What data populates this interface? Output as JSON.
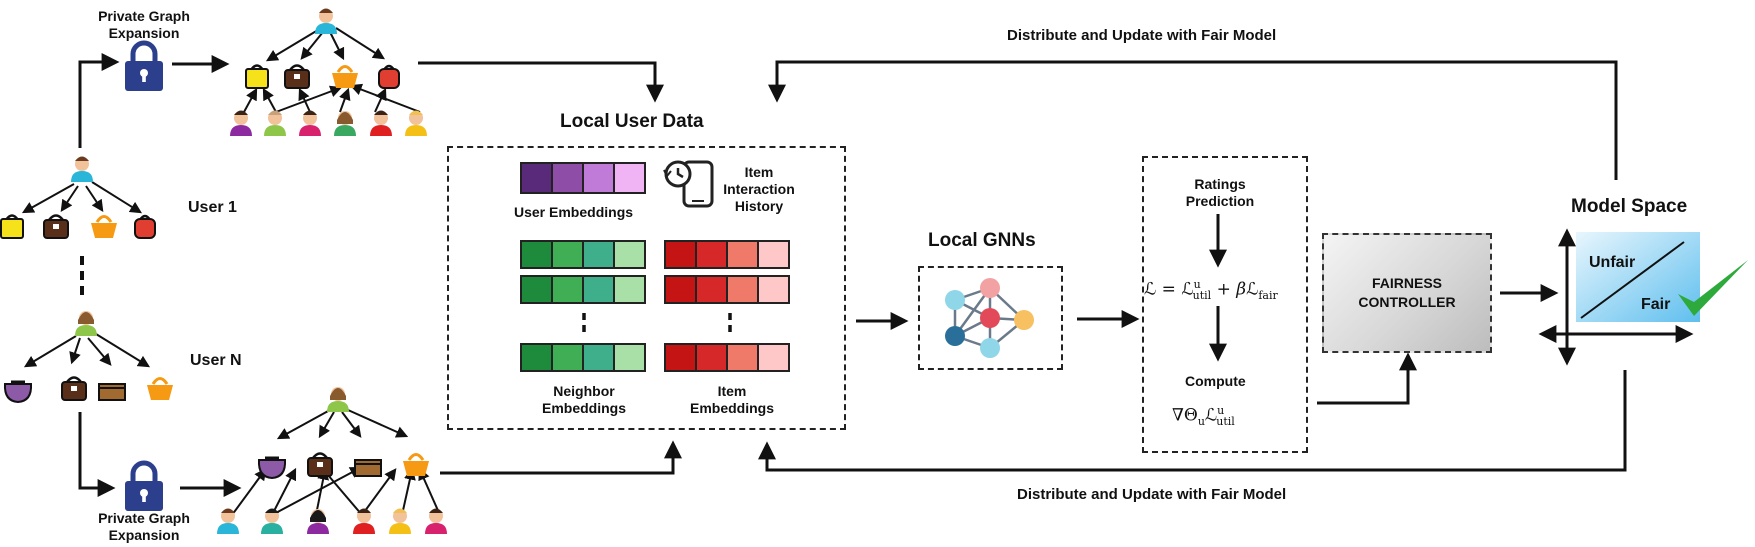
{
  "labels": {
    "private_graph_top": [
      "Private Graph",
      "Expansion"
    ],
    "private_graph_bottom": [
      "Private Graph",
      "Expansion"
    ],
    "user_1": "User 1",
    "user_n": "User N",
    "local_user_data": "Local User Data",
    "user_embeddings": "User Embeddings",
    "item_interaction_history": [
      "Item",
      "Interaction",
      "History"
    ],
    "neighbor_embeddings": [
      "Neighbor",
      "Embeddings"
    ],
    "item_embeddings": [
      "Item",
      "Embeddings"
    ],
    "local_gnns": "Local GNNs",
    "ratings_prediction": [
      "Ratings",
      "Prediction"
    ],
    "compute": "Compute",
    "fairness_controller": [
      "FAIRNESS",
      "CONTROLLER"
    ],
    "model_space": "Model Space",
    "unfair": "Unfair",
    "fair": "Fair",
    "distribute_top": "Distribute and Update with Fair Model",
    "distribute_bottom": "Distribute and Update with Fair Model"
  },
  "formulas": {
    "loss": {
      "lhs": "ℒ",
      "eq": " = ",
      "t1": "ℒ",
      "t1_sub": "util",
      "t1_sup": "u",
      "plus": " + ",
      "beta": "β",
      "t2": "ℒ",
      "t2_sub": "fair"
    },
    "gradient": {
      "nabla": "∇",
      "theta": "Θ",
      "theta_sub": "u",
      "t": "ℒ",
      "t_sub": "util",
      "t_sup": "u"
    }
  },
  "colors": {
    "user_embeddings": [
      "#5a2a7a",
      "#8e4ea8",
      "#c07ad8",
      "#f0b4f5"
    ],
    "neighbor_embeddings": [
      "#1e8a3c",
      "#3fae54",
      "#3fae8a",
      "#a8e0a8"
    ],
    "item_embeddings": [
      "#c41414",
      "#d62828",
      "#f07a6a",
      "#ffc8c8"
    ],
    "lock": "#2b3f8c",
    "check": "#2eaa3c",
    "model_space_box": "#6cc4f0"
  },
  "icons": {
    "lock": "lock-icon",
    "history": "clock-phone-icon",
    "gnn": "neural-network-icon",
    "check": "checkmark-icon",
    "bag": "shopping-bag-icon",
    "person": "person-icon"
  }
}
